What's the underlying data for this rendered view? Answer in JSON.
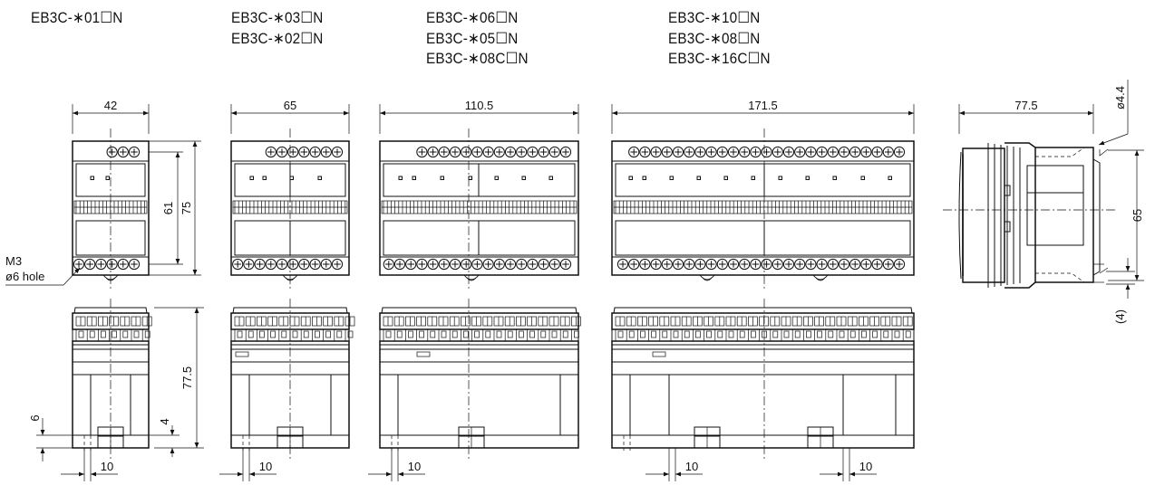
{
  "models": {
    "m1": [
      "EB3C-∗01☐N"
    ],
    "m2": [
      "EB3C-∗03☐N",
      "EB3C-∗02☐N"
    ],
    "m3": [
      "EB3C-∗06☐N",
      "EB3C-∗05☐N",
      "EB3C-∗08C☐N"
    ],
    "m4": [
      "EB3C-∗10☐N",
      "EB3C-∗08☐N",
      "EB3C-∗16C☐N"
    ]
  },
  "dims": {
    "w1": "42",
    "w2": "65",
    "w3": "110.5",
    "w4": "171.5",
    "depth": "77.5",
    "h61": "61",
    "h75": "75",
    "side77": "77.5",
    "dim6": "6",
    "dim4": "4",
    "pitch": "10",
    "hole": "ø4.4",
    "h65": "65",
    "dim4p": "(4)"
  },
  "notes": {
    "screw": "M3",
    "hole": "ø6 hole"
  }
}
